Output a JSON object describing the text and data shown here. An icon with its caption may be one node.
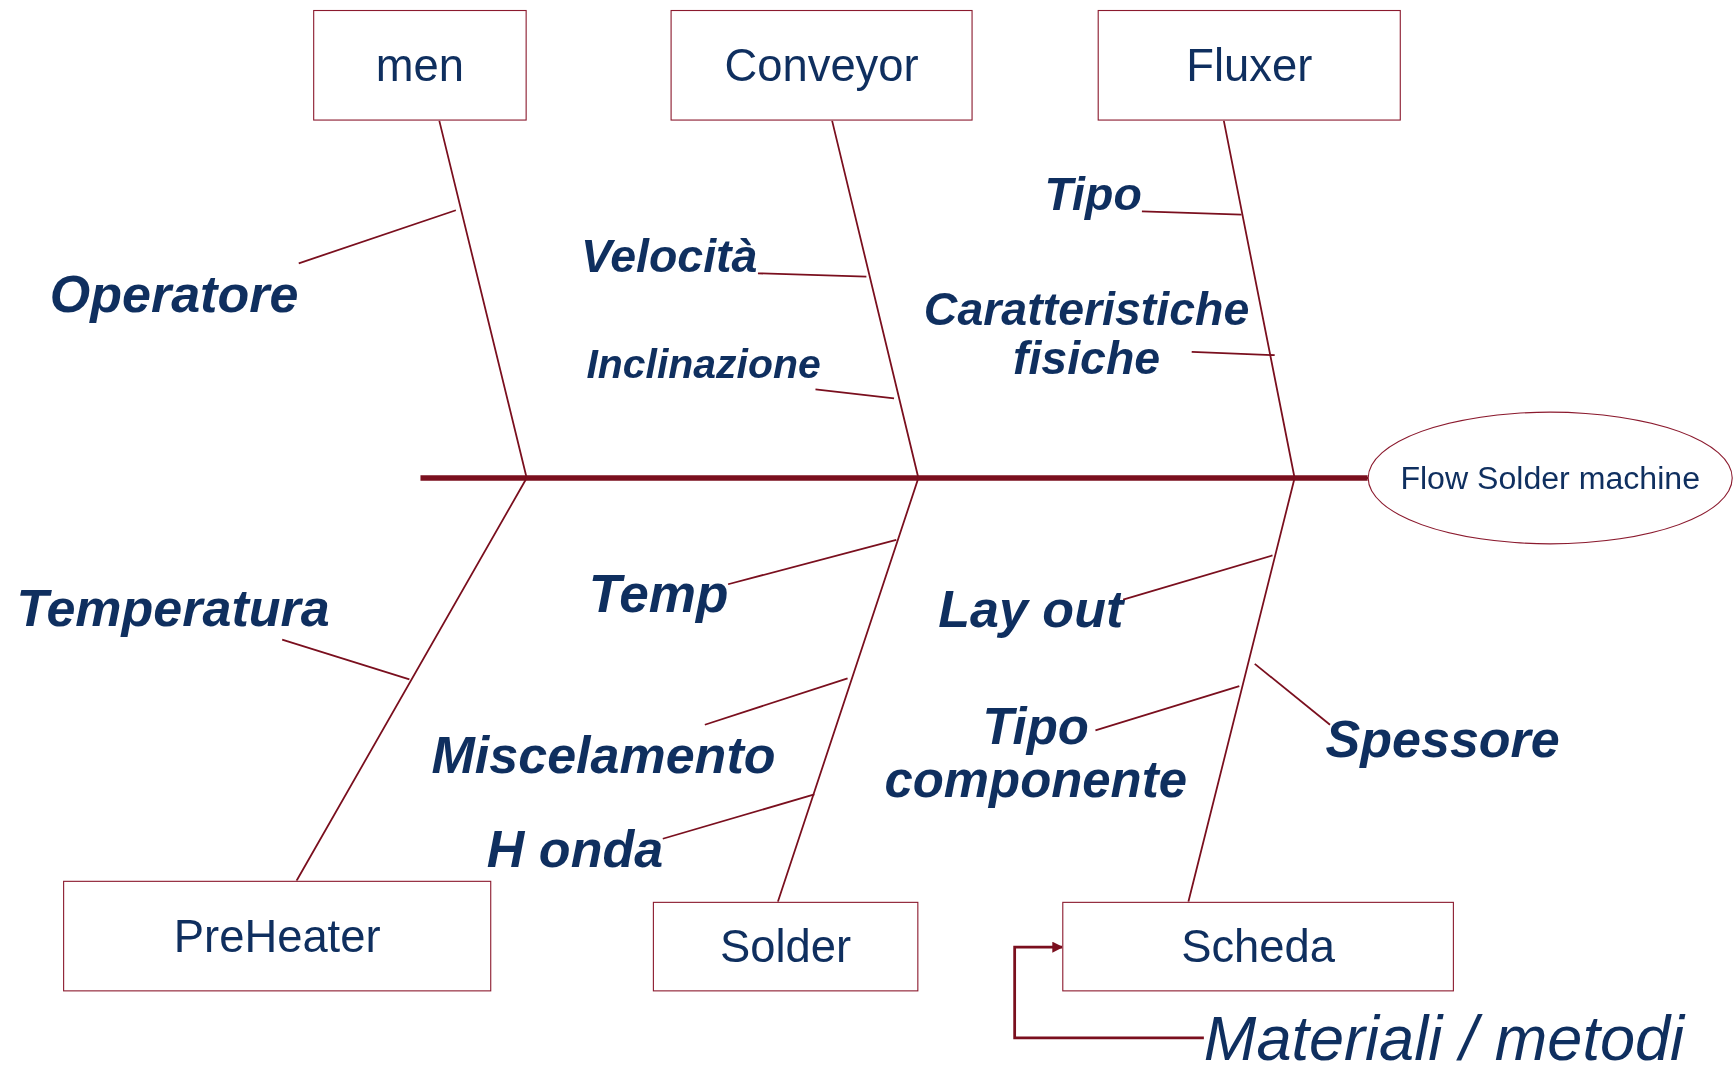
{
  "diagram": {
    "nodes": [
      {
        "text": [
          "men"
        ]
      },
      {
        "text": [
          "Conveyor"
        ]
      },
      {
        "text": [
          "Fluxer"
        ]
      },
      {
        "text": [
          "Operatore"
        ]
      },
      {
        "text": [
          "Tipo"
        ]
      },
      {
        "text": [
          "Velocità"
        ]
      },
      {
        "text": [
          "Caratteristiche fisiche"
        ]
      },
      {
        "text": [
          "Inclinazione"
        ]
      },
      {
        "text": [
          "Flow Solder machine"
        ]
      },
      {
        "text": [
          "Temp"
        ]
      },
      {
        "text": [
          "Lay out"
        ]
      },
      {
        "text": [
          "Temperatura"
        ]
      },
      {
        "text": [
          "Tipo componente"
        ]
      },
      {
        "text": [
          "Spessore"
        ]
      },
      {
        "text": [
          "Miscelamento"
        ]
      },
      {
        "text": [
          "H onda"
        ]
      },
      {
        "text": [
          "PreHeater"
        ]
      },
      {
        "text": [
          "Solder"
        ]
      },
      {
        "text": [
          "Scheda"
        ]
      },
      {
        "text": [
          "Materiali / metodi"
        ]
      }
    ],
    "edges": [
      {
        "from": 0,
        "to": 8,
        "arrow": "none"
      },
      {
        "from": 1,
        "to": 8,
        "arrow": "none"
      },
      {
        "from": 2,
        "to": 8,
        "arrow": "none"
      },
      {
        "from": 16,
        "to": 8,
        "arrow": "none"
      },
      {
        "from": 17,
        "to": 8,
        "arrow": "none"
      },
      {
        "from": 18,
        "to": 8,
        "arrow": "none"
      },
      {
        "from": 3,
        "to": null,
        "arrow": "none"
      },
      {
        "from": 4,
        "to": null,
        "arrow": "none"
      },
      {
        "from": 5,
        "to": null,
        "arrow": "none"
      },
      {
        "from": 6,
        "to": null,
        "arrow": "none"
      },
      {
        "from": 7,
        "to": null,
        "arrow": "none"
      },
      {
        "from": 9,
        "to": null,
        "arrow": "none"
      },
      {
        "from": 10,
        "to": null,
        "arrow": "none"
      },
      {
        "from": 11,
        "to": null,
        "arrow": "none"
      },
      {
        "from": 12,
        "to": null,
        "arrow": "none"
      },
      {
        "from": 13,
        "to": null,
        "arrow": "none"
      },
      {
        "from": 14,
        "to": null,
        "arrow": "none"
      },
      {
        "from": 15,
        "to": null,
        "arrow": "none"
      },
      {
        "from": 19,
        "to": 18,
        "arrow": "to"
      }
    ]
  }
}
